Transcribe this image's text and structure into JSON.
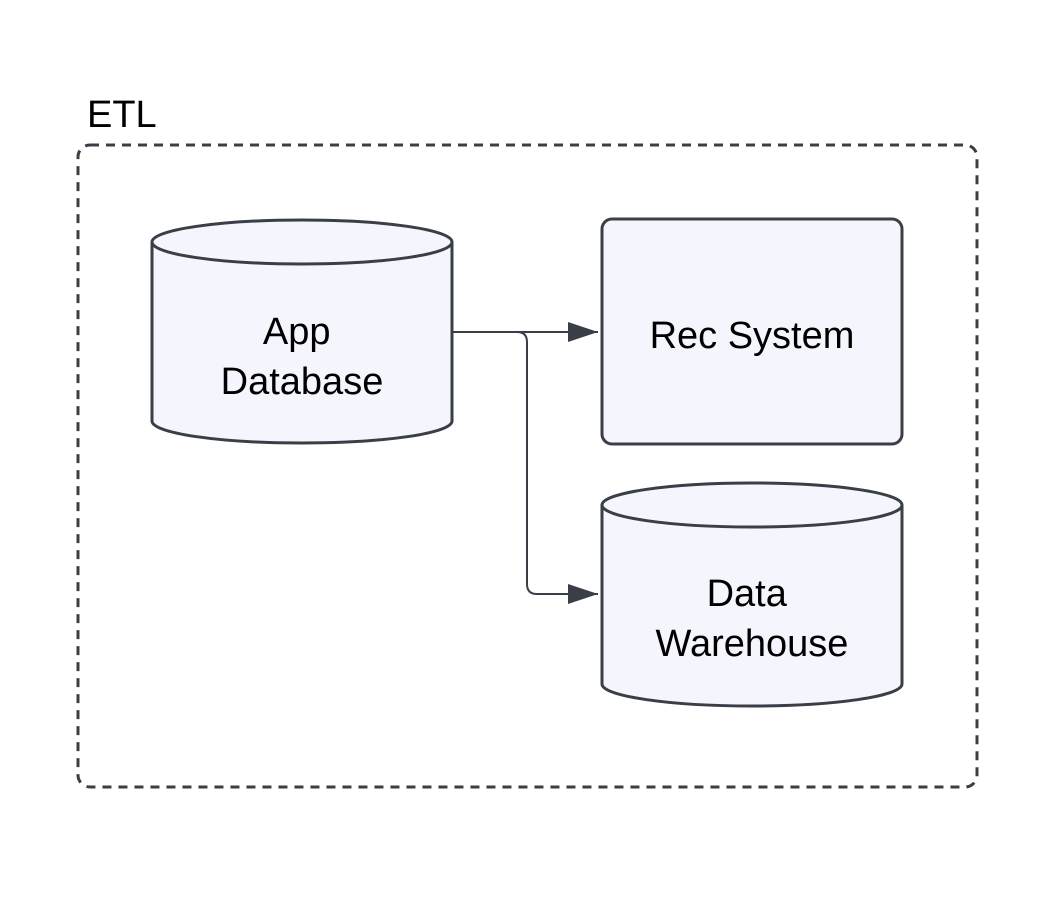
{
  "group": {
    "label": "ETL"
  },
  "nodes": {
    "app_database": {
      "shape": "cylinder",
      "lines": [
        "App",
        "Database"
      ]
    },
    "rec_system": {
      "shape": "rounded-rectangle",
      "lines": [
        "Rec System"
      ]
    },
    "data_warehouse": {
      "shape": "cylinder",
      "lines": [
        "Data",
        "Warehouse"
      ]
    }
  },
  "edges": [
    {
      "from": "App Database",
      "to": "Rec System"
    },
    {
      "from": "App Database",
      "to": "Data Warehouse"
    }
  ],
  "colors": {
    "node_fill": "#f5f6fd",
    "node_stroke": "#3a3f47",
    "edge_stroke": "#3a3f47",
    "group_stroke": "#3a3f47",
    "text": "#000000"
  }
}
